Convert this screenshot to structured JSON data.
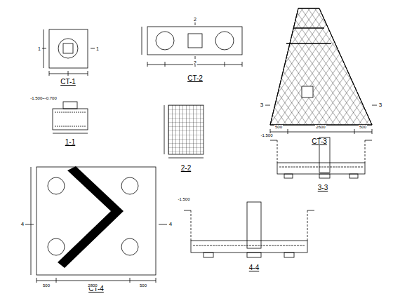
{
  "diagram": {
    "labels": [
      "CT-1",
      "1",
      "1",
      "CT-2",
      "2",
      "2",
      "CT-3",
      "3",
      "3",
      "500",
      "2600",
      "500",
      "1-1",
      "-1.500~-0.700",
      "2-2",
      "3-3",
      "-1.500",
      "CT-4",
      "4",
      "4",
      "500",
      "2800",
      "500",
      "4-4",
      "-1.500"
    ]
  }
}
